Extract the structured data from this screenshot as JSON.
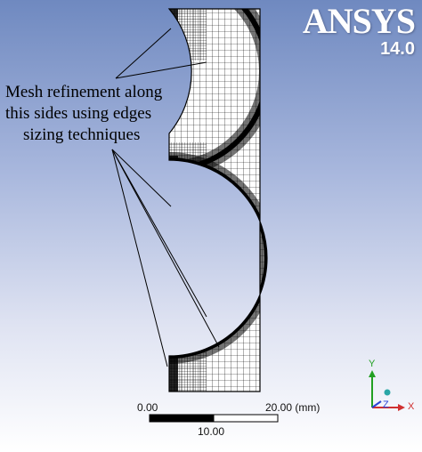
{
  "logo": {
    "brand": "ANSYS",
    "version": "14.0"
  },
  "annotation": {
    "line1": "Mesh refinement along",
    "line2": "this sides using edges",
    "line3": "sizing techniques"
  },
  "scale_bar": {
    "start_label": "0.00",
    "end_label": "20.00 (mm)",
    "mid_label": "10.00"
  },
  "triad": {
    "x_label": "X",
    "y_label": "Y",
    "z_label": "Z"
  },
  "colors": {
    "background_top": "#6f89c0",
    "background_bottom": "#ffffff",
    "mesh_line": "#000000",
    "triad_x": "#d03030",
    "triad_y": "#22a022",
    "triad_z": "#2b44d6",
    "triad_origin": "#2aa6a6"
  }
}
